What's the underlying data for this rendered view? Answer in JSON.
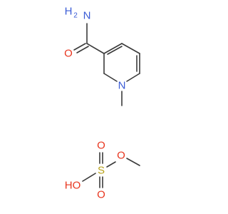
{
  "molecule": {
    "atoms": {
      "amide_n": "N",
      "amide_h": "H",
      "amide_h_count": "2",
      "carbonyl_o": "O",
      "ring_n": "N",
      "sulfur": "S",
      "sulfate_o_top": "O",
      "sulfate_o_bottom": "O",
      "ester_o": "O",
      "hydroxyl": "HO"
    },
    "colors": {
      "nitrogen": "#3a5bd6",
      "oxygen": "#e8351e",
      "sulfur": "#b8a21a",
      "bond": "#3a3a3a"
    }
  }
}
